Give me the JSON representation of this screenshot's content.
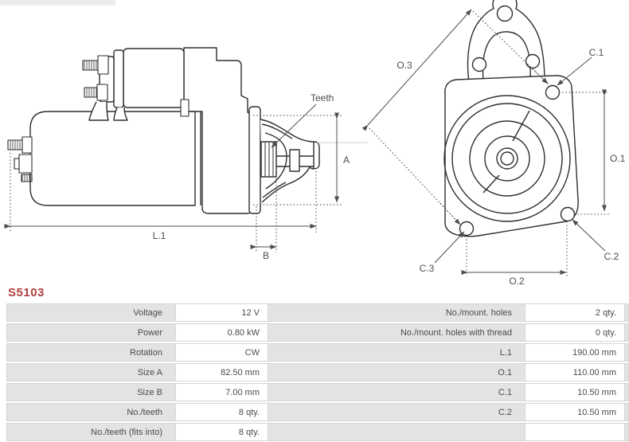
{
  "part_number": "S5103",
  "accent_color": "#b04040",
  "drawing": {
    "line_color": "#2e2e2e",
    "dim_color": "#4d4d4d",
    "labels": {
      "teeth": "Teeth",
      "l1": "L.1",
      "a": "A",
      "b": "B",
      "o3": "O.3",
      "c1": "C.1",
      "o1": "O.1",
      "c2": "C.2",
      "c3": "C.3",
      "o2": "O.2"
    }
  },
  "table": {
    "left": [
      {
        "label": "Voltage",
        "value": "12 V"
      },
      {
        "label": "Power",
        "value": "0.80 kW"
      },
      {
        "label": "Rotation",
        "value": "CW"
      },
      {
        "label": "Size A",
        "value": "82.50 mm"
      },
      {
        "label": "Size B",
        "value": "7.00 mm"
      },
      {
        "label": "No./teeth",
        "value": "8 qty."
      },
      {
        "label": "No./teeth (fits into)",
        "value": "8 qty."
      }
    ],
    "right": [
      {
        "label": "No./mount. holes",
        "value": "2 qty."
      },
      {
        "label": "No./mount. holes with thread",
        "value": "0 qty."
      },
      {
        "label": "L.1",
        "value": "190.00 mm"
      },
      {
        "label": "O.1",
        "value": "110.00 mm"
      },
      {
        "label": "C.1",
        "value": "10.50 mm"
      },
      {
        "label": "C.2",
        "value": "10.50 mm"
      },
      {
        "label": "",
        "value": ""
      }
    ]
  }
}
